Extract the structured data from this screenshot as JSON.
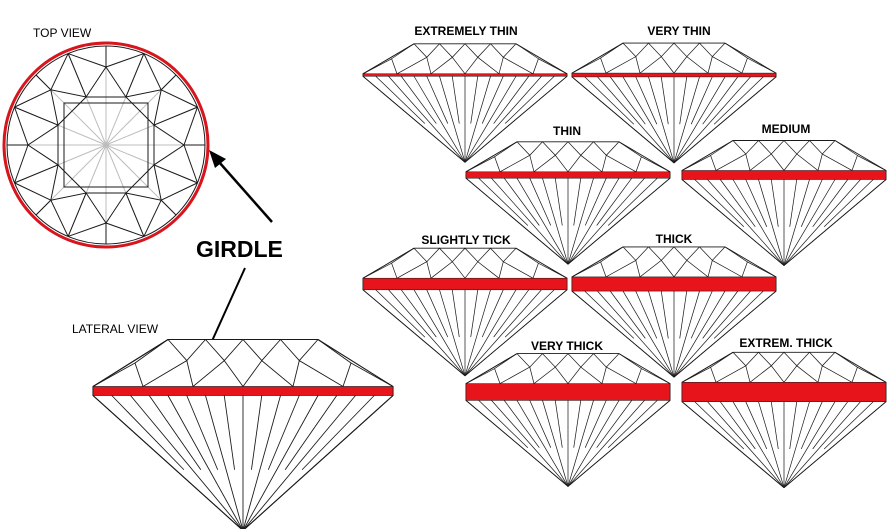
{
  "labels": {
    "top_view": "TOP VIEW",
    "lateral_view": "LATERAL VIEW",
    "girdle": "GIRDLE"
  },
  "girdle_grades": [
    {
      "name": "EXTREMELY THIN",
      "thickness": 0.5
    },
    {
      "name": "VERY THIN",
      "thickness": 1
    },
    {
      "name": "THIN",
      "thickness": 2
    },
    {
      "name": "MEDIUM",
      "thickness": 3
    },
    {
      "name": "SLIGHTLY TICK",
      "thickness": 4
    },
    {
      "name": "THICK",
      "thickness": 5
    },
    {
      "name": "VERY THICK",
      "thickness": 6
    },
    {
      "name": "EXTREM. THICK",
      "thickness": 7
    }
  ],
  "colors": {
    "girdle": "#e8141b",
    "outline": "#1a1a1a",
    "top_view_ring": "#d8141c",
    "facet_light": "#bdbdbd",
    "text": "#000000"
  }
}
